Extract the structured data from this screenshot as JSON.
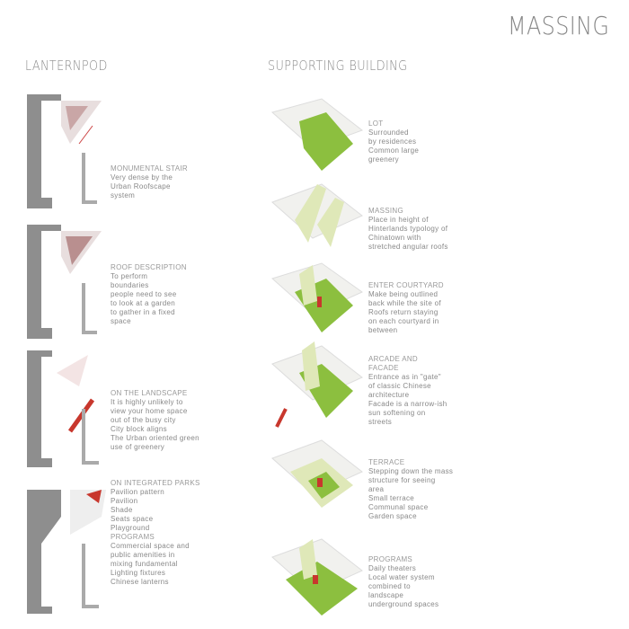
{
  "title": "MASSING",
  "lantern": {
    "heading": "LANTERNPOD",
    "blocks": [
      {
        "lines": [
          "MONUMENTAL STAIR",
          "Very dense by the",
          "Urban Roofscape",
          "system"
        ]
      },
      {
        "lines": [
          "ROOF DESCRIPTION",
          "To perform",
          "boundaries",
          "people need to see",
          "to look at a garden",
          "to gather in a fixed",
          "space"
        ]
      },
      {
        "lines": [
          "ON THE LANDSCAPE",
          "It is highly unlikely to",
          "view your home space",
          "out of the busy city",
          "City block aligns",
          "The Urban oriented green",
          "use of greenery"
        ]
      },
      {
        "lines": [
          "ON INTEGRATED PARKS",
          "Pavilion pattern",
          "Pavilion",
          "Shade",
          "Seats space",
          "Playground",
          "PROGRAMS",
          "Commercial space and",
          "public amenities in",
          "mixing fundamental",
          "Lighting fixtures",
          "Chinese lanterns"
        ]
      }
    ]
  },
  "supporting": {
    "heading": "SUPPORTING BUILDING",
    "blocks": [
      {
        "lines": [
          "LOT",
          "Surrounded",
          "by residences",
          "Common large",
          "greenery"
        ]
      },
      {
        "lines": [
          "MASSING",
          "Place in height of",
          "Hinterlands typology of",
          "Chinatown with",
          "stretched angular roofs"
        ]
      },
      {
        "lines": [
          "ENTER COURTYARD",
          "Make being outlined",
          "back while the site of",
          "Roofs return staying",
          "on each courtyard in",
          "between"
        ]
      },
      {
        "lines": [
          "ARCADE AND",
          "FACADE",
          "Entrance as in \"gate\"",
          "of classic Chinese",
          "architecture",
          "Facade is a narrow-ish",
          "sun softening on",
          "streets"
        ]
      },
      {
        "lines": [
          "TERRACE",
          "Stepping down the mass",
          "structure for seeing",
          "area",
          "Small terrace",
          "Communal space",
          "Garden space"
        ]
      },
      {
        "lines": [
          "PROGRAMS",
          "Daily theaters",
          "Local water system",
          "combined to",
          "landscape",
          "underground spaces"
        ]
      }
    ]
  },
  "colors": {
    "green": "#8cbf3f",
    "light_green": "#dfe8b8",
    "gray": "#8e8e8e",
    "red": "#c8372d"
  }
}
